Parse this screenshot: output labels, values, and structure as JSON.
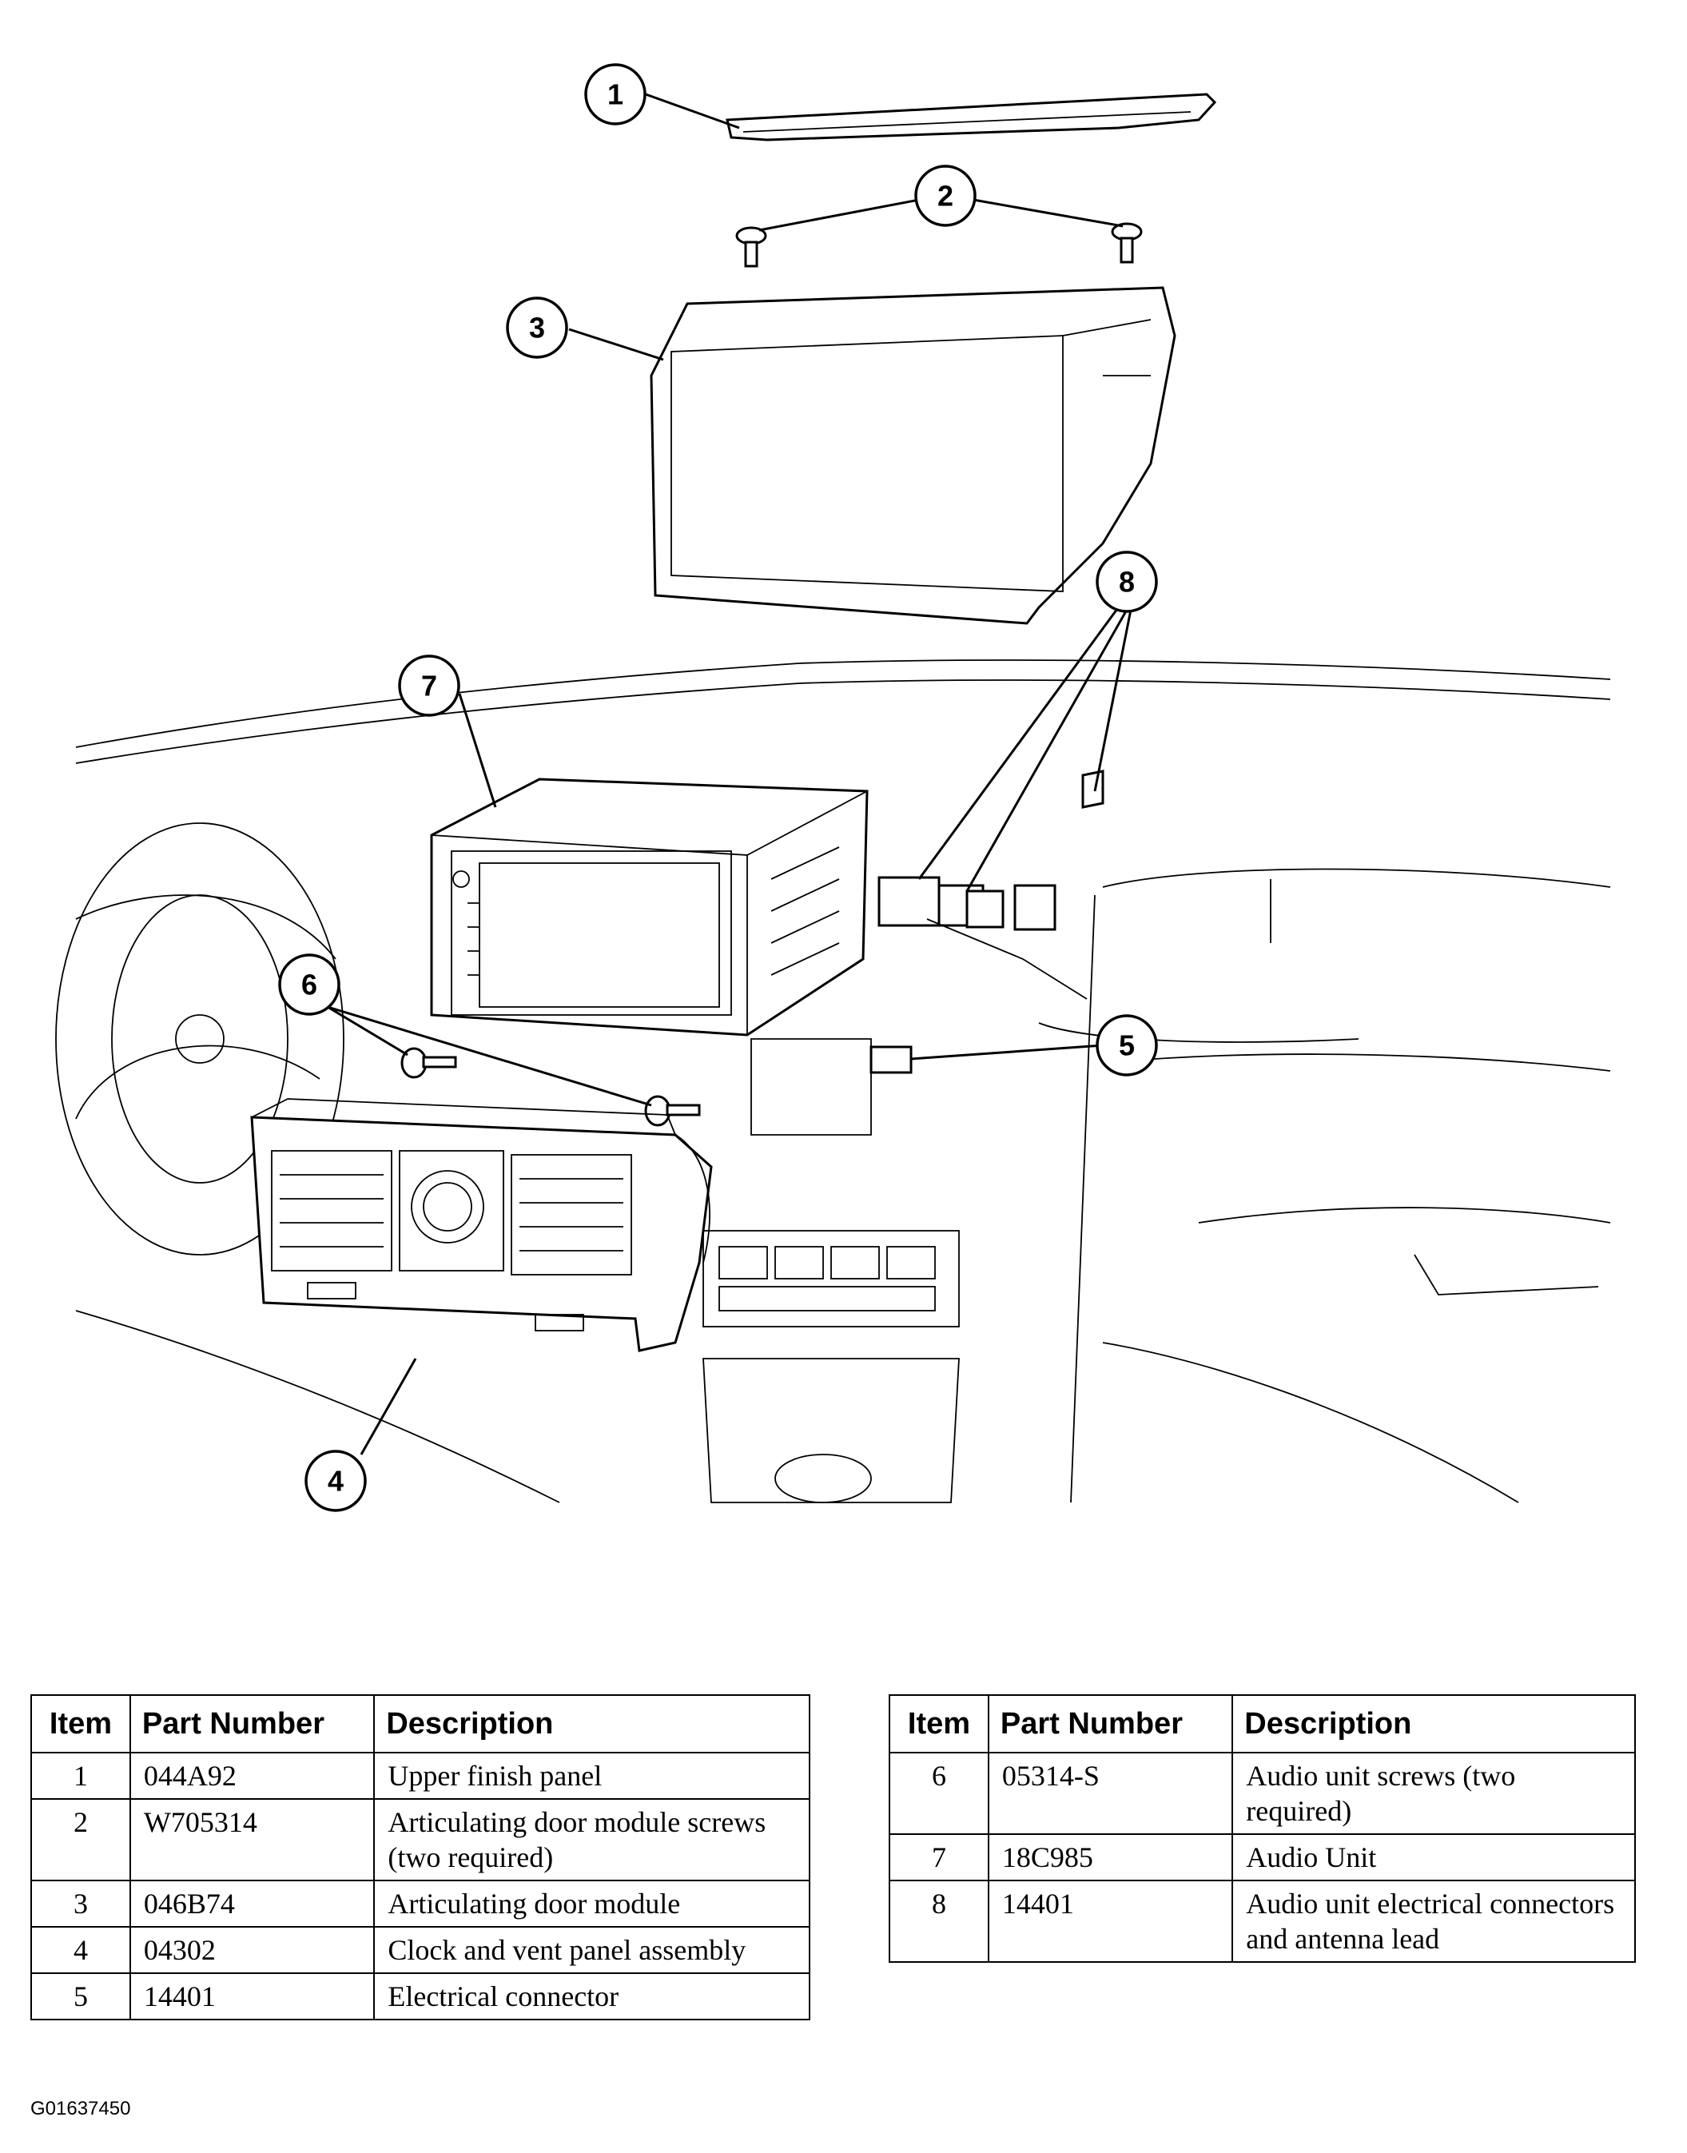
{
  "callouts": [
    "1",
    "2",
    "3",
    "4",
    "5",
    "6",
    "7",
    "8"
  ],
  "tables": {
    "headers": {
      "item": "Item",
      "part_number": "Part Number",
      "description": "Description"
    },
    "left": [
      {
        "item": "1",
        "part_number": "044A92",
        "description": "Upper finish panel"
      },
      {
        "item": "2",
        "part_number": "W705314",
        "description": "Articulating door module screws (two required)"
      },
      {
        "item": "3",
        "part_number": "046B74",
        "description": "Articulating door module"
      },
      {
        "item": "4",
        "part_number": "04302",
        "description": "Clock and vent panel assembly"
      },
      {
        "item": "5",
        "part_number": "14401",
        "description": "Electrical connector"
      }
    ],
    "right": [
      {
        "item": "6",
        "part_number": "05314-S",
        "description": "Audio unit screws (two required)"
      },
      {
        "item": "7",
        "part_number": "18C985",
        "description": "Audio Unit"
      },
      {
        "item": "8",
        "part_number": "14401",
        "description": "Audio unit electrical connectors and antenna lead"
      }
    ]
  },
  "figure_id": "G01637450"
}
